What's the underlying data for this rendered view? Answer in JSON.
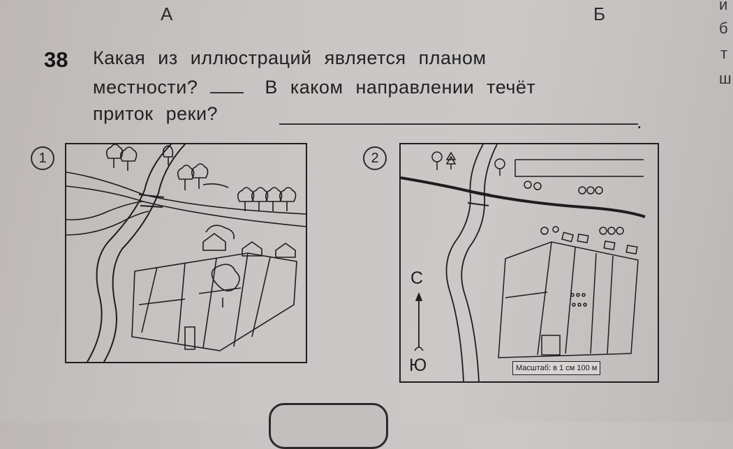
{
  "header": {
    "left_letter": "А",
    "right_letter": "Б"
  },
  "side_text": [
    "и",
    "б",
    "т",
    "ш"
  ],
  "question": {
    "number": "38",
    "line1": "Какая   из   иллюстраций   является   планом",
    "line2_a": "местности?",
    "line2_b": "В   каком   направлении   течёт",
    "line3": "приток   реки?",
    "end_dot": "."
  },
  "illustrations": [
    {
      "number": "1",
      "icon": "landscape-picture-icon"
    },
    {
      "number": "2",
      "icon": "terrain-plan-map-icon",
      "compass": {
        "north_label": "С",
        "south_label": "Ю"
      },
      "scale_label": "Масштаб: в 1 см 100 м"
    }
  ]
}
